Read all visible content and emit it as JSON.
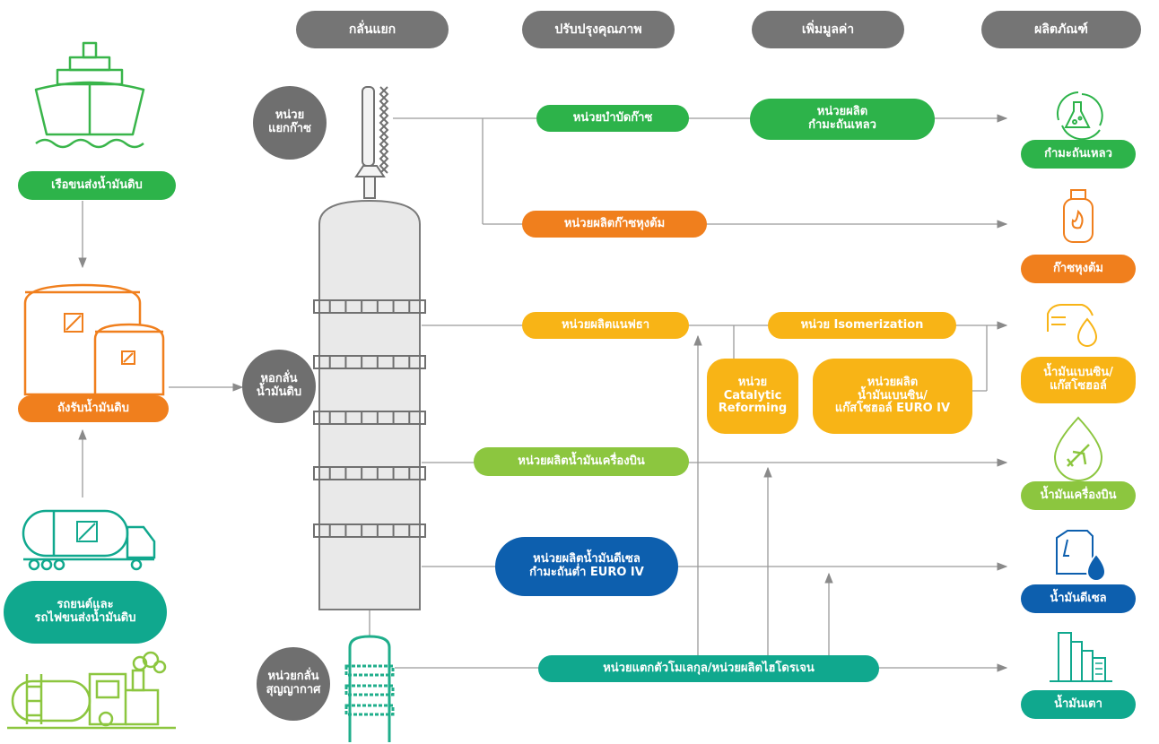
{
  "stages": [
    "กลั่นแยก",
    "ปรับปรุงคุณภาพ",
    "เพิ่มมูลค่า",
    "ผลิตภัณฑ์"
  ],
  "sources": {
    "ship": "เรือขนส่งน้ำมันดิบ",
    "tank": "ถังรับน้ำมันดิบ",
    "truck_rail": "รถยนต์และ\nรถไฟขนส่งน้ำมันดิบ"
  },
  "columns": {
    "gas_separation": "หน่วย\nแยกก๊าซ",
    "distillation": "หอกลั่น\nน้ำมันดิบ",
    "vacuum": "หน่วยกลั่น\nสุญญากาศ"
  },
  "units": {
    "gas_treating": "หน่วยบำบัดก๊าซ",
    "sulfur": "หน่วยผลิต\nกำมะถันเหลว",
    "lpg": "หน่วยผลิตก๊าซหุงต้ม",
    "naphtha": "หน่วยผลิตแนฟธา",
    "isomerization": "หน่วย Isomerization",
    "catalytic_reforming": "หน่วย\nCatalytic\nReforming",
    "gasoline_euro4": "หน่วยผลิต\nน้ำมันเบนซิน/\nแก๊สโซฮอล์ EURO IV",
    "jet": "หน่วยผลิตน้ำมันเครื่องบิน",
    "diesel": "หน่วยผลิตน้ำมันดีเซล\nกำมะถันต่ำ EURO IV",
    "cracking": "หน่วยแตกตัวโมเลกุล/หน่วยผลิตไฮโดรเจน"
  },
  "products": {
    "sulfur": "กำมะถันเหลว",
    "lpg": "ก๊าซหุงต้ม",
    "gasoline": "น้ำมันเบนซิน/\nแก๊สโซฮอล์",
    "jet": "น้ำมันเครื่องบิน",
    "diesel": "น้ำมันดีเซล",
    "fuel_oil": "น้ำมันเตา"
  },
  "colors": {
    "stage_gray": "#757575",
    "circle_gray": "#6f6f6f",
    "green": "#2db34a",
    "orange": "#f07f1d",
    "yellow": "#f8b416",
    "lime": "#8cc63f",
    "blue": "#0d5fae",
    "teal": "#10a88e",
    "line": "#9a9a9a",
    "column_fill": "#e9e9e9",
    "column_stroke": "#7a7a7a"
  },
  "icons": {
    "ship": "ship-icon",
    "tank": "storage-tank-icon",
    "truck": "tanker-truck-icon",
    "train": "tanker-train-icon",
    "sulfur": "flask-recycle-icon",
    "lpg": "gas-cylinder-icon",
    "gasoline": "car-drop-icon",
    "jet": "airplane-drop-icon",
    "diesel": "jerrycan-drop-icon",
    "fuel_oil": "factory-icon"
  }
}
